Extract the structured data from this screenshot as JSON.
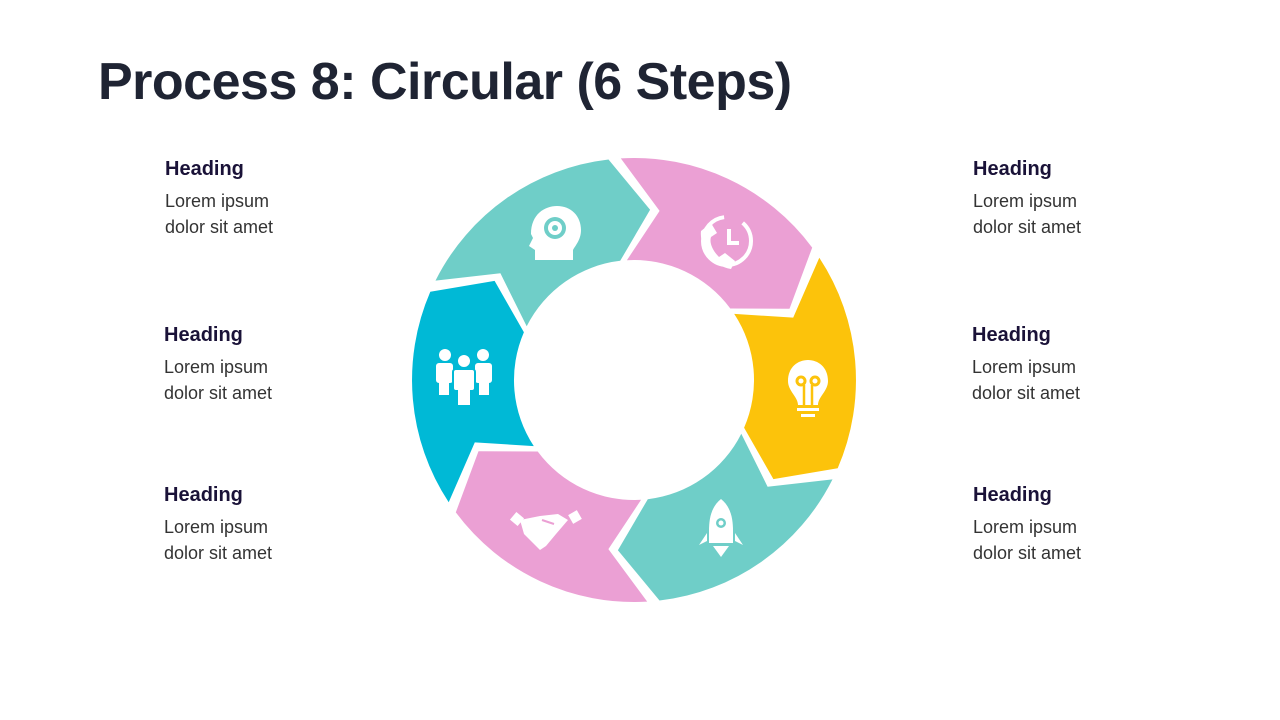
{
  "title": "Process 8: Circular (6 Steps)",
  "colors": {
    "teal": "#6FCEC8",
    "pink": "#EBA0D4",
    "yellow": "#FCC30B",
    "blue": "#00B9D6"
  },
  "steps": [
    {
      "heading": "Heading",
      "line1": "Lorem ipsum",
      "line2": "dolor sit amet",
      "icon": "head-gear-icon",
      "color": "#6FCEC8"
    },
    {
      "heading": "Heading",
      "line1": "Lorem ipsum",
      "line2": "dolor sit amet",
      "icon": "phone-clock-icon",
      "color": "#EBA0D4"
    },
    {
      "heading": "Heading",
      "line1": "Lorem ipsum",
      "line2": "dolor sit amet",
      "icon": "lightbulb-icon",
      "color": "#FCC30B"
    },
    {
      "heading": "Heading",
      "line1": "Lorem ipsum",
      "line2": "dolor sit amet",
      "icon": "rocket-icon",
      "color": "#6FCEC8"
    },
    {
      "heading": "Heading",
      "line1": "Lorem ipsum",
      "line2": "dolor sit amet",
      "icon": "handshake-icon",
      "color": "#EBA0D4"
    },
    {
      "heading": "Heading",
      "line1": "Lorem ipsum",
      "line2": "dolor sit amet",
      "icon": "team-icon",
      "color": "#00B9D6"
    }
  ]
}
